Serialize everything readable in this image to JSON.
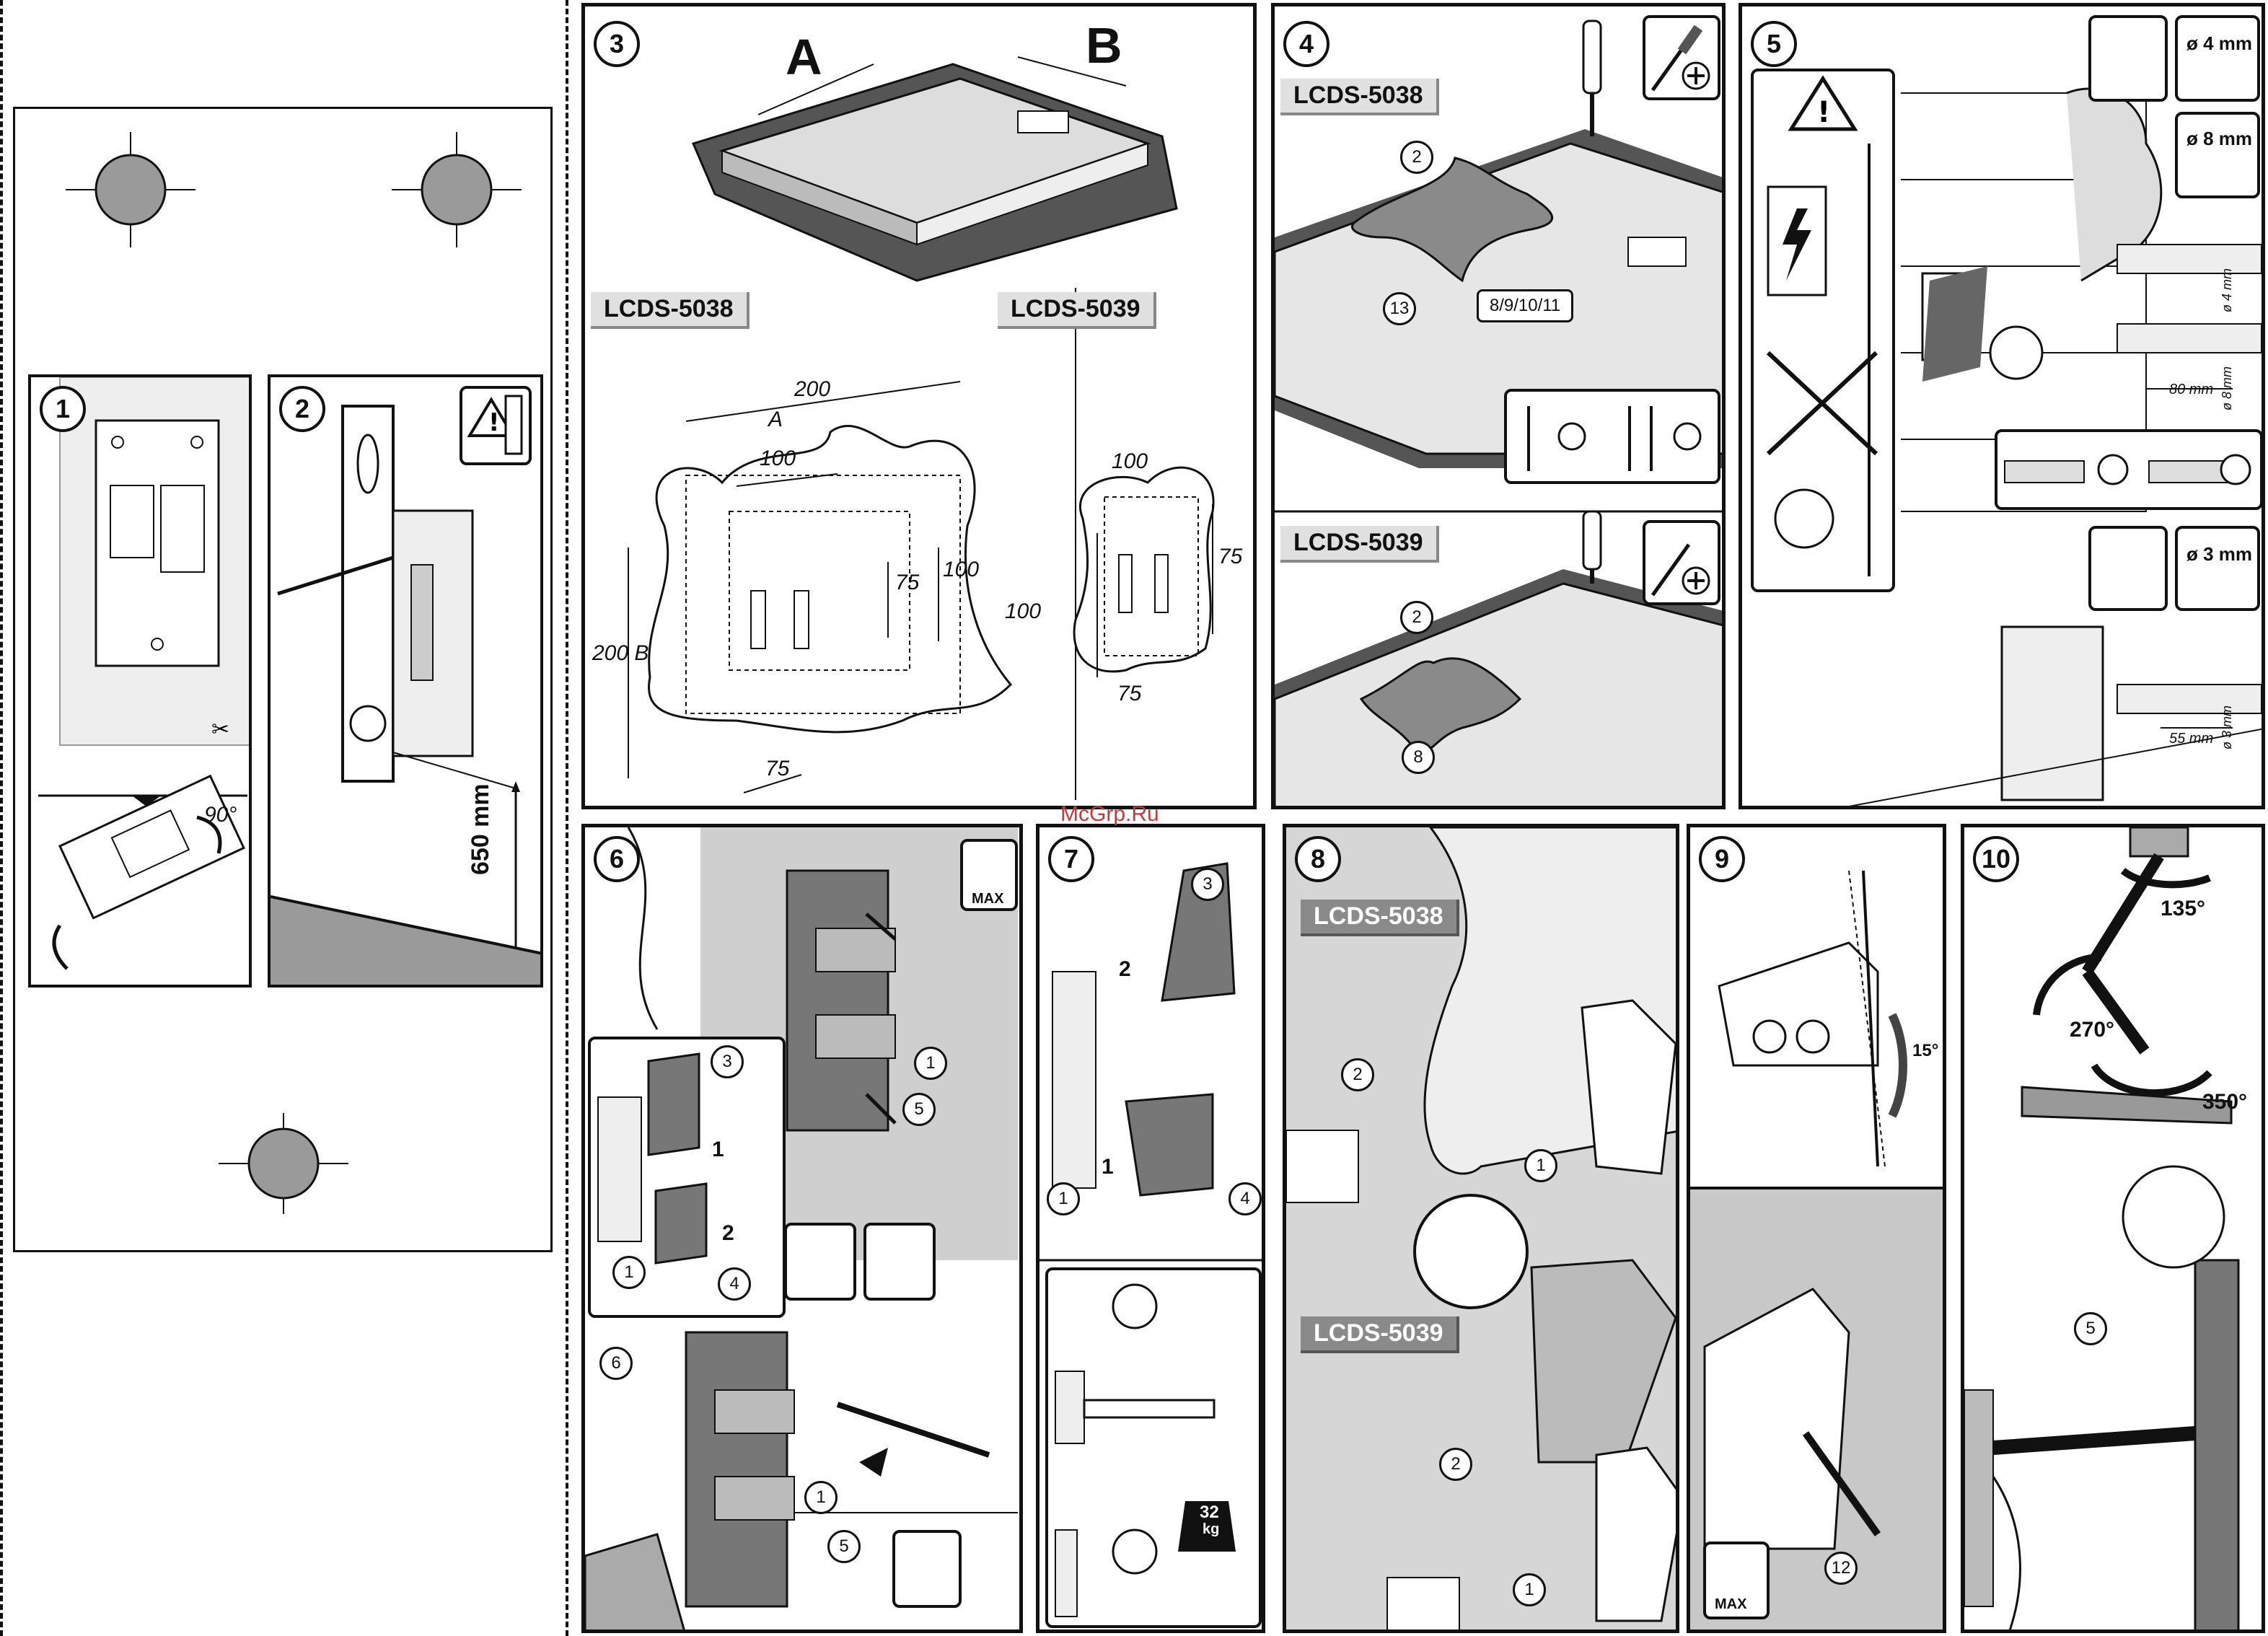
{
  "watermark": "McGrp.Ru",
  "template": {
    "step1": "1",
    "step2": "2",
    "angle_90": "90°",
    "height_650": "650 mm"
  },
  "panel3": {
    "step": "3",
    "dim_a": "A",
    "dim_b": "B",
    "model_5038": "LCDS-5038",
    "model_5039": "LCDS-5039",
    "m5038_200_top": "200",
    "m5038_a": "A",
    "m5038_100_top": "100",
    "m5038_75_right": "75",
    "m5038_100_right": "100",
    "m5038_200b": "200 B",
    "m5038_75_bottom": "75",
    "m5039_100_top": "100",
    "m5039_75_right": "75",
    "m5039_100_left": "100",
    "m5039_75_bottom": "75"
  },
  "panel4": {
    "step": "4",
    "model_5038": "LCDS-5038",
    "model_5039": "LCDS-5039",
    "c2a": "2",
    "c13": "13",
    "c8_11": "8/9/10/11",
    "c2b": "2",
    "c8": "8"
  },
  "panel5": {
    "step": "5",
    "d4": "ø 4 mm",
    "d8": "ø 8 mm",
    "d3": "ø 3 mm",
    "depth_80": "80 mm",
    "depth_55": "55 mm",
    "v4": "ø 4 mm",
    "v8": "ø 8 mm",
    "v3": "ø 3 mm"
  },
  "panel6": {
    "step": "6",
    "c1a": "1",
    "c5a": "5",
    "c3": "3",
    "c1b": "1",
    "c4": "4",
    "arrow1": "1",
    "arrow2": "2",
    "c6": "6",
    "c1c": "1",
    "c5b": "5",
    "max": "MAX"
  },
  "panel7": {
    "step": "7",
    "c3": "3",
    "c1": "1",
    "c4": "4",
    "arrow1": "1",
    "arrow2": "2",
    "weight": "32",
    "weight_unit": "kg"
  },
  "panel8": {
    "step": "8",
    "model_5038": "LCDS-5038",
    "model_5039": "LCDS-5039",
    "c2a": "2",
    "c1a": "1",
    "c2b": "2",
    "c1b": "1"
  },
  "panel9": {
    "step": "9",
    "tilt": "15°",
    "c12": "12",
    "max": "MAX"
  },
  "panel10": {
    "step": "10",
    "a135": "135°",
    "a270": "270°",
    "a350": "350°",
    "c5": "5"
  },
  "colors": {
    "ink": "#111111",
    "grey_fill": "#9a9a9a",
    "dark_fill": "#555555",
    "light_fill": "#d8d8d8",
    "shade_bg": "#c8c8c8",
    "watermark": "#c43a3a"
  }
}
